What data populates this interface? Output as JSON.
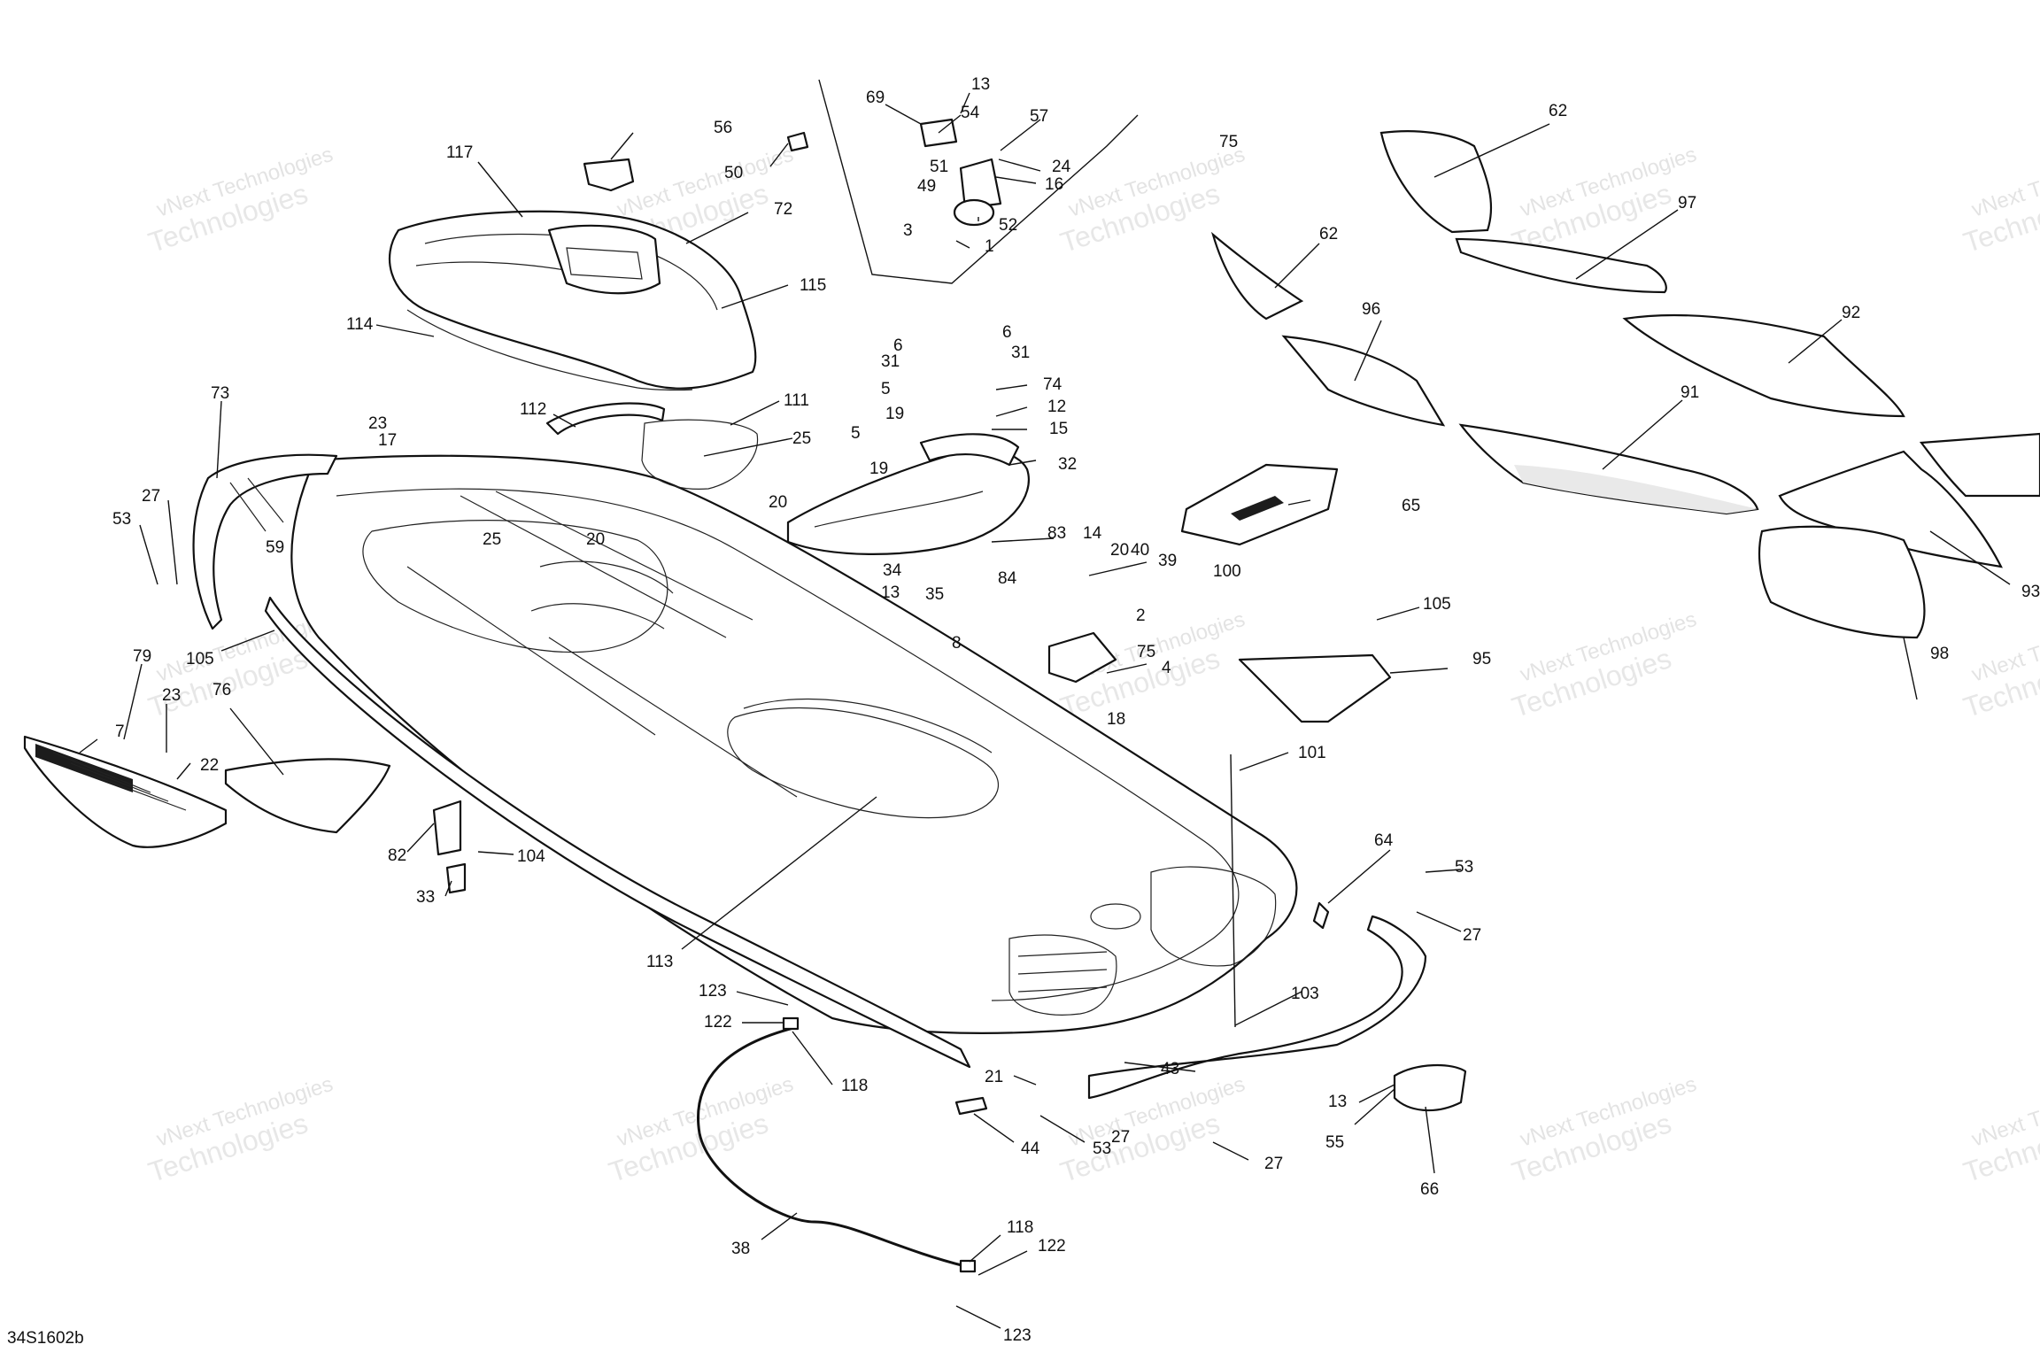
{
  "diagram": {
    "reference_code": "34S1602b",
    "watermark_line1": "vNext Technologies",
    "watermark_line2": "Technologies",
    "callouts": [
      {
        "id": "c13a",
        "label": "13"
      },
      {
        "id": "c69",
        "label": "69"
      },
      {
        "id": "c54",
        "label": "54"
      },
      {
        "id": "c57",
        "label": "57"
      },
      {
        "id": "c75a",
        "label": "75"
      },
      {
        "id": "c24",
        "label": "24"
      },
      {
        "id": "c16",
        "label": "16"
      },
      {
        "id": "c49",
        "label": "49"
      },
      {
        "id": "c51",
        "label": "51"
      },
      {
        "id": "c52",
        "label": "52"
      },
      {
        "id": "c3",
        "label": "3"
      },
      {
        "id": "c1",
        "label": "1"
      },
      {
        "id": "c56",
        "label": "56"
      },
      {
        "id": "c50",
        "label": "50"
      },
      {
        "id": "c117",
        "label": "117"
      },
      {
        "id": "c72",
        "label": "72"
      },
      {
        "id": "c115",
        "label": "115"
      },
      {
        "id": "c114",
        "label": "114"
      },
      {
        "id": "c73",
        "label": "73"
      },
      {
        "id": "c23a",
        "label": "23"
      },
      {
        "id": "c17",
        "label": "17"
      },
      {
        "id": "c112",
        "label": "112"
      },
      {
        "id": "c111",
        "label": "111"
      },
      {
        "id": "c25a",
        "label": "25"
      },
      {
        "id": "c27a",
        "label": "27"
      },
      {
        "id": "c53a",
        "label": "53"
      },
      {
        "id": "c59",
        "label": "59"
      },
      {
        "id": "c25b",
        "label": "25"
      },
      {
        "id": "c20a",
        "label": "20"
      },
      {
        "id": "c20b",
        "label": "20"
      },
      {
        "id": "c5a",
        "label": "5"
      },
      {
        "id": "c19a",
        "label": "19"
      },
      {
        "id": "c6a",
        "label": "6"
      },
      {
        "id": "c31a",
        "label": "31"
      },
      {
        "id": "c5b",
        "label": "5"
      },
      {
        "id": "c19b",
        "label": "19"
      },
      {
        "id": "c6b",
        "label": "6"
      },
      {
        "id": "c31b",
        "label": "31"
      },
      {
        "id": "c74",
        "label": "74"
      },
      {
        "id": "c12",
        "label": "12"
      },
      {
        "id": "c15",
        "label": "15"
      },
      {
        "id": "c32",
        "label": "32"
      },
      {
        "id": "c83",
        "label": "83"
      },
      {
        "id": "c84",
        "label": "84"
      },
      {
        "id": "c14",
        "label": "14"
      },
      {
        "id": "c20c",
        "label": "20"
      },
      {
        "id": "c40",
        "label": "40"
      },
      {
        "id": "c39",
        "label": "39"
      },
      {
        "id": "c100",
        "label": "100"
      },
      {
        "id": "c34",
        "label": "34"
      },
      {
        "id": "c13b",
        "label": "13"
      },
      {
        "id": "c35",
        "label": "35"
      },
      {
        "id": "c2",
        "label": "2"
      },
      {
        "id": "c8",
        "label": "8"
      },
      {
        "id": "c75b",
        "label": "75"
      },
      {
        "id": "c4",
        "label": "4"
      },
      {
        "id": "c18",
        "label": "18"
      },
      {
        "id": "c65",
        "label": "65"
      },
      {
        "id": "c105a",
        "label": "105"
      },
      {
        "id": "c95",
        "label": "95"
      },
      {
        "id": "c62a",
        "label": "62"
      },
      {
        "id": "c62b",
        "label": "62"
      },
      {
        "id": "c97",
        "label": "97"
      },
      {
        "id": "c96",
        "label": "96"
      },
      {
        "id": "c92",
        "label": "92"
      },
      {
        "id": "c91",
        "label": "91"
      },
      {
        "id": "c93",
        "label": "93"
      },
      {
        "id": "c98",
        "label": "98"
      },
      {
        "id": "c79",
        "label": "79"
      },
      {
        "id": "c105b",
        "label": "105"
      },
      {
        "id": "c23b",
        "label": "23"
      },
      {
        "id": "c76",
        "label": "76"
      },
      {
        "id": "c7",
        "label": "7"
      },
      {
        "id": "c22",
        "label": "22"
      },
      {
        "id": "c82",
        "label": "82"
      },
      {
        "id": "c104",
        "label": "104"
      },
      {
        "id": "c33",
        "label": "33"
      },
      {
        "id": "c101",
        "label": "101"
      },
      {
        "id": "c113",
        "label": "113"
      },
      {
        "id": "c64",
        "label": "64"
      },
      {
        "id": "c53b",
        "label": "53"
      },
      {
        "id": "c27b",
        "label": "27"
      },
      {
        "id": "c103",
        "label": "103"
      },
      {
        "id": "c123a",
        "label": "123"
      },
      {
        "id": "c122a",
        "label": "122"
      },
      {
        "id": "c118a",
        "label": "118"
      },
      {
        "id": "c21",
        "label": "21"
      },
      {
        "id": "c43",
        "label": "43"
      },
      {
        "id": "c44",
        "label": "44"
      },
      {
        "id": "c53c",
        "label": "53"
      },
      {
        "id": "c27c",
        "label": "27"
      },
      {
        "id": "c27d",
        "label": "27"
      },
      {
        "id": "c13c",
        "label": "13"
      },
      {
        "id": "c55",
        "label": "55"
      },
      {
        "id": "c66",
        "label": "66"
      },
      {
        "id": "c38",
        "label": "38"
      },
      {
        "id": "c118b",
        "label": "118"
      },
      {
        "id": "c122b",
        "label": "122"
      },
      {
        "id": "c123b",
        "label": "123"
      }
    ]
  }
}
